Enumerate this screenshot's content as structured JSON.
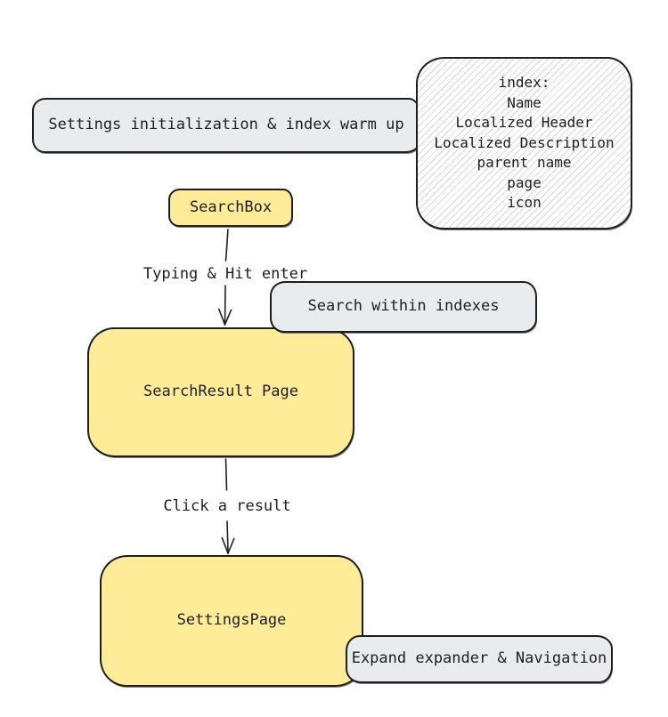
{
  "canvas": {
    "background": "#ffffff"
  },
  "colors": {
    "stroke": "#1e1e1e",
    "process_fill_yellow": "#ffec99",
    "note_fill_gray": "#e9ecef",
    "hatch_line_gray": "#d9d9d9"
  },
  "nodes": {
    "settings_init": {
      "label": "Settings initialization & index warm up"
    },
    "index_fields": {
      "lines": [
        "index:",
        "Name",
        "Localized Header",
        "Localized Description",
        "parent name",
        "page",
        "icon"
      ]
    },
    "searchbox": {
      "label": "SearchBox"
    },
    "search_within_indexes": {
      "label": "Search within indexes"
    },
    "searchresult_page": {
      "label": "SearchResult Page"
    },
    "settingspage": {
      "label": "SettingsPage"
    },
    "expand_navigation": {
      "label": "Expand expander & Navigation"
    }
  },
  "edges": {
    "typing_enter": {
      "label": "Typing & Hit enter"
    },
    "click_result": {
      "label": "Click a result"
    }
  }
}
